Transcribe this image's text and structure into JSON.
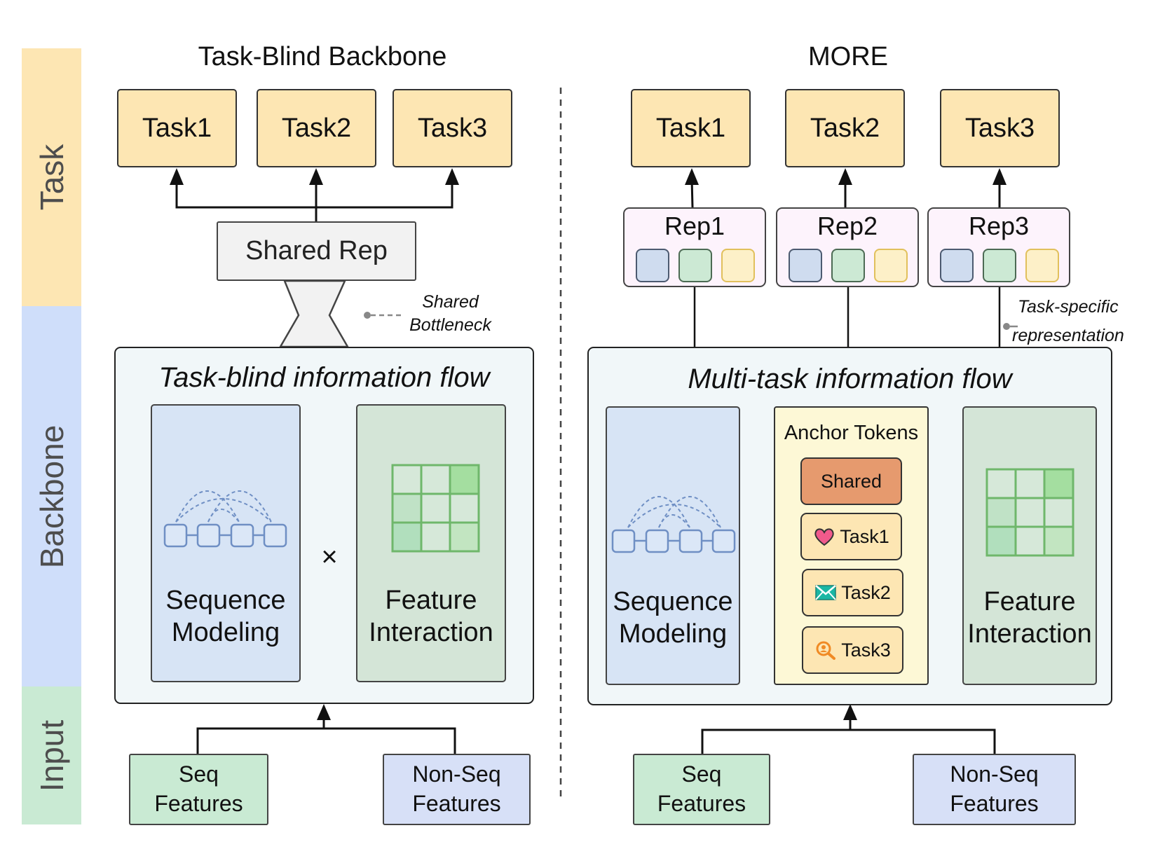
{
  "bands": [
    {
      "label": "Task",
      "color": "#fde6b3"
    },
    {
      "label": "Backbone",
      "color": "#cfdefa"
    },
    {
      "label": "Input",
      "color": "#c9ead3"
    }
  ],
  "left": {
    "title": "Task-Blind Backbone",
    "tasks": [
      "Task1",
      "Task2",
      "Task3"
    ],
    "shared_rep": "Shared Rep",
    "bottleneck_note_line1": "Shared",
    "bottleneck_note_line2": "Bottleneck",
    "flow_title": "Task-blind information flow",
    "seq_line1": "Sequence",
    "seq_line2": "Modeling",
    "times": "×",
    "feat_line1": "Feature",
    "feat_line2": "Interaction",
    "input_seq_line1": "Seq",
    "input_seq_line2": "Features",
    "input_non_line1": "Non-Seq",
    "input_non_line2": "Features"
  },
  "right": {
    "title": "MORE",
    "tasks": [
      "Task1",
      "Task2",
      "Task3"
    ],
    "reps": [
      "Rep1",
      "Rep2",
      "Rep3"
    ],
    "rep_note_line1": "Task-specific",
    "rep_note_line2": "representation",
    "flow_title": "Multi-task information flow",
    "seq_line1": "Sequence",
    "seq_line2": "Modeling",
    "anchor_title": "Anchor Tokens",
    "tokens": [
      {
        "label": "Shared",
        "icon": "none"
      },
      {
        "label": "Task1",
        "icon": "heart-icon"
      },
      {
        "label": "Task2",
        "icon": "envelope-icon"
      },
      {
        "label": "Task3",
        "icon": "magnifier-icon"
      }
    ],
    "feat_line1": "Feature",
    "feat_line2": "Interaction",
    "input_seq_line1": "Seq",
    "input_seq_line2": "Features",
    "input_non_line1": "Non-Seq",
    "input_non_line2": "Features"
  },
  "colors": {
    "task": "#fde6b3",
    "shared_token": "#e69a6e",
    "seq_blue": "#d7e4f5",
    "feat_green": "#d4e5d7",
    "anchor_yellow": "#fdf8d6",
    "arrow_blue": "#6f8fc4",
    "arrow_green": "#7cb96a"
  }
}
